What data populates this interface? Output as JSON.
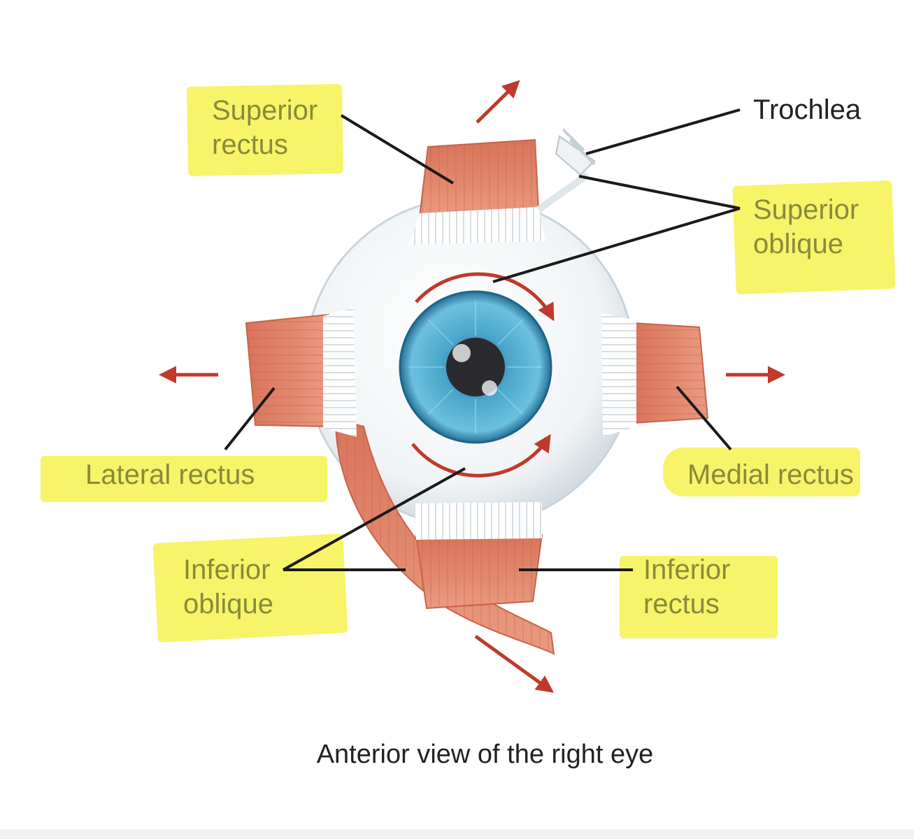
{
  "labels": {
    "superior_rectus": [
      "Superior",
      "rectus"
    ],
    "trochlea": "Trochlea",
    "superior_oblique": [
      "Superior",
      "oblique"
    ],
    "lateral_rectus": "Lateral rectus",
    "medial_rectus": "Medial rectus",
    "inferior_oblique": [
      "Inferior",
      "oblique"
    ],
    "inferior_rectus": [
      "Inferior",
      "rectus"
    ]
  },
  "caption": "Anterior view of the right eye",
  "colors": {
    "muscle": "#df8367",
    "muscle_dark": "#c9634a",
    "arrow": "#c0392b",
    "iris": "#3a93b8",
    "highlight": "#f6f35a",
    "label_text": "#8a8a3a"
  }
}
